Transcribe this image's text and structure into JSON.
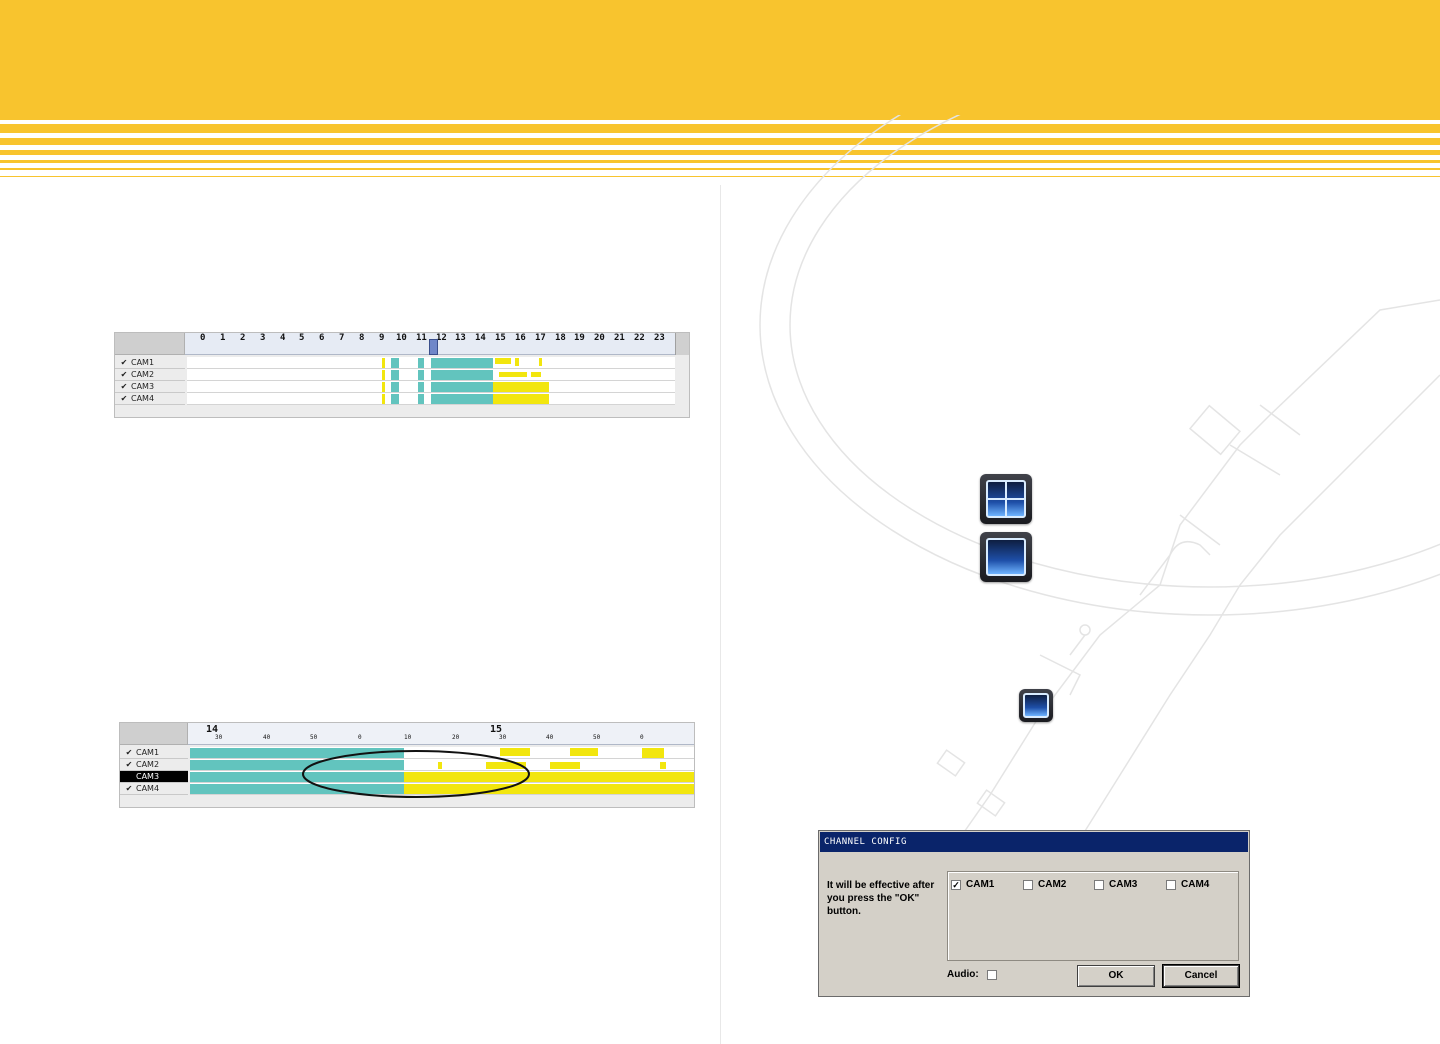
{
  "timeline_top": {
    "hours": [
      "0",
      "1",
      "2",
      "3",
      "4",
      "5",
      "6",
      "7",
      "8",
      "9",
      "10",
      "11",
      "12",
      "13",
      "14",
      "15",
      "16",
      "17",
      "18",
      "19",
      "20",
      "21",
      "22",
      "23"
    ],
    "cameras": [
      {
        "label": "CAM1",
        "checked": true
      },
      {
        "label": "CAM2",
        "checked": true
      },
      {
        "label": "CAM3",
        "checked": true
      },
      {
        "label": "CAM4",
        "checked": true
      }
    ],
    "check_glyph": "✔",
    "colors": {
      "continuous": "#62c4be",
      "motion": "#f2e60e",
      "cursor": "#6f87c9"
    }
  },
  "timeline_zoom": {
    "major_ticks": [
      "14",
      "15"
    ],
    "minor_ticks": [
      "30",
      "40",
      "50",
      "0",
      "10",
      "20",
      "30",
      "40",
      "50",
      "0"
    ],
    "cameras": [
      {
        "label": "CAM1",
        "checked": true,
        "selected": false
      },
      {
        "label": "CAM2",
        "checked": true,
        "selected": false
      },
      {
        "label": "CAM3",
        "checked": false,
        "selected": true
      },
      {
        "label": "CAM4",
        "checked": true,
        "selected": false
      }
    ],
    "check_glyph": "✔"
  },
  "icons": {
    "quad_view": "quad-view-icon",
    "single_view": "single-view-icon",
    "channel_select": "channel-select-icon"
  },
  "dialog": {
    "title": "CHANNEL CONFIG",
    "message": "It will be effective after you press the \"OK\" button.",
    "channels": [
      {
        "label": "CAM1",
        "checked": true
      },
      {
        "label": "CAM2",
        "checked": false
      },
      {
        "label": "CAM3",
        "checked": false
      },
      {
        "label": "CAM4",
        "checked": false
      }
    ],
    "check_glyph": "✓",
    "audio_label": "Audio:",
    "audio_checked": false,
    "ok_label": "OK",
    "cancel_label": "Cancel"
  },
  "theme": {
    "banner": "#f8c42e",
    "title_bar": "#0a246a",
    "dialog_bg": "#d4d0c8"
  }
}
